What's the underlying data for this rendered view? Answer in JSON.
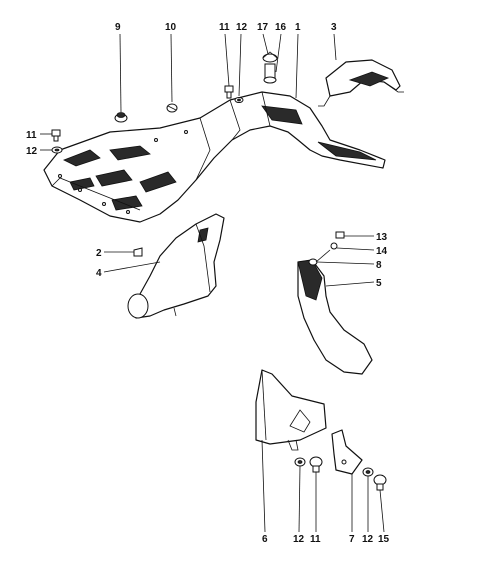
{
  "callouts": [
    {
      "id": "c9",
      "text": "9"
    },
    {
      "id": "c10",
      "text": "10"
    },
    {
      "id": "c11a",
      "text": "11"
    },
    {
      "id": "c12a",
      "text": "12"
    },
    {
      "id": "c17",
      "text": "17"
    },
    {
      "id": "c16",
      "text": "16"
    },
    {
      "id": "c3",
      "text": "3"
    },
    {
      "id": "c1",
      "text": "1"
    },
    {
      "id": "c11b",
      "text": "11"
    },
    {
      "id": "c12b",
      "text": "12"
    },
    {
      "id": "c2",
      "text": "2"
    },
    {
      "id": "c4",
      "text": "4"
    },
    {
      "id": "c13",
      "text": "13"
    },
    {
      "id": "c14",
      "text": "14"
    },
    {
      "id": "c8",
      "text": "8"
    },
    {
      "id": "c5",
      "text": "5"
    },
    {
      "id": "c6",
      "text": "6"
    },
    {
      "id": "c12c",
      "text": "12"
    },
    {
      "id": "c11c",
      "text": "11"
    },
    {
      "id": "c7",
      "text": "7"
    },
    {
      "id": "c12d",
      "text": "12"
    },
    {
      "id": "c15",
      "text": "15"
    }
  ]
}
